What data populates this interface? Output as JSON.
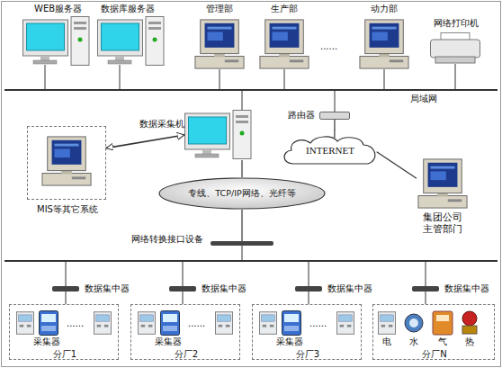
{
  "diagram": {
    "nodes": [
      {
        "text": [
          "数据采集机"
        ]
      },
      {
        "text": [
          "路由器"
        ]
      },
      {
        "text": [
          "MIS等其它系统"
        ]
      },
      {
        "text": [
          "INTERNET"
        ]
      },
      {
        "text": [
          "集团公司 主管部门"
        ]
      },
      {
        "text": [
          "专线、TCP/IP网络、光纤等"
        ]
      },
      {
        "text": [
          "网络转换接口设备"
        ]
      },
      {
        "text": [
          "分厂1"
        ]
      },
      {
        "text": [
          "分厂2"
        ]
      },
      {
        "text": [
          "分厂3"
        ]
      },
      {
        "text": [
          "分厂N"
        ]
      }
    ],
    "edges": [
      {
        "from": 2,
        "to": 0,
        "arrow": "both"
      },
      {
        "from": 1,
        "to": 3,
        "arrow": "none"
      },
      {
        "from": 3,
        "to": 4,
        "arrow": "none"
      },
      {
        "from": 0,
        "to": 5,
        "arrow": "none"
      },
      {
        "from": 5,
        "to": 6,
        "arrow": "none"
      }
    ],
    "labels": [
      "WEB服务器",
      "数据库服务器",
      "管理部",
      "生产部",
      "......",
      "动力部",
      "网络打印机",
      "局域网",
      "数据集中器",
      "数据集中器",
      "数据集中器",
      "数据集中器",
      "采集器",
      "......",
      "采集器",
      "......",
      "采集器",
      "......",
      "电",
      "水",
      "气",
      "热"
    ]
  }
}
